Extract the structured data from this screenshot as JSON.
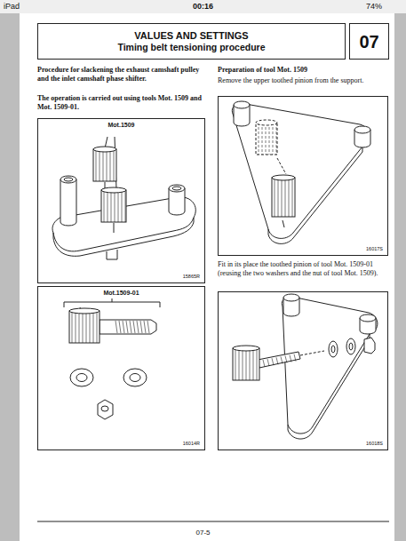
{
  "diagram": {
    "nodes": [
      {
        "text": [
          "VALUES AND SETTINGS",
          "Timing belt tensioning procedure"
        ]
      },
      {
        "text": [
          "07"
        ]
      },
      {
        "text": [
          "Mot.1509",
          "15865R"
        ]
      },
      {
        "text": [
          "Mot.1509-01",
          "16014R"
        ]
      },
      {
        "text": [
          "16017S"
        ]
      },
      {
        "text": [
          "16018S"
        ]
      }
    ],
    "labels": [
      "iPad",
      "00:16",
      "74%",
      "Procedure for slackening the exhaust camshaft pulley and the inlet camshaft phase shifter.",
      "The operation is carried out using tools Mot. 1509 and Mot. 1509-01.",
      "Preparation of tool Mot. 1509",
      "Remove the upper toothed pinion from the support.",
      "Fit in its place the toothed pinion of tool Mot. 1509-01 (reusing the two washers and the nut of tool Mot. 1509).",
      "07-5"
    ]
  }
}
